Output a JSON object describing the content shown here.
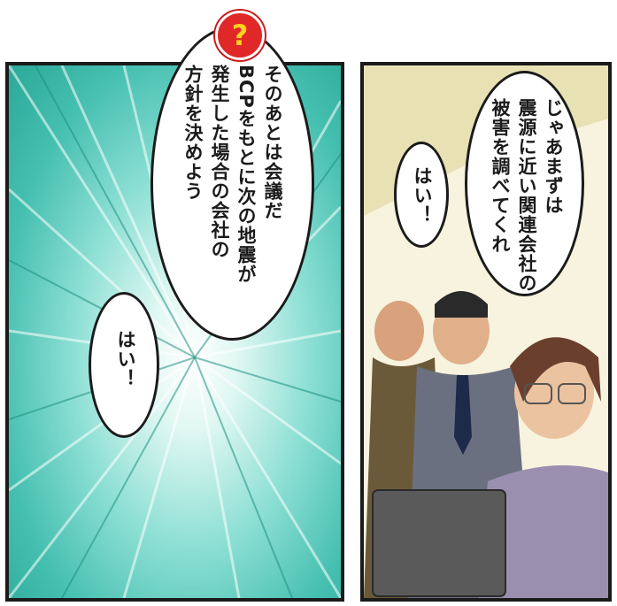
{
  "left_panel": {
    "main_speech": "そのあとは会議だ\nBCPをもとに次の地震が\n発生した場合の会社の\n方針を決めよう",
    "reply": "はい！"
  },
  "right_panel": {
    "main_speech": "じゃあまずは\n震源に近い関連会社の\n被害を調べてくれ",
    "reply": "はい！"
  },
  "question_badge": "?",
  "colors": {
    "accent": "#e02828",
    "teal": "#45bfb0",
    "border": "#1b1b1b"
  }
}
